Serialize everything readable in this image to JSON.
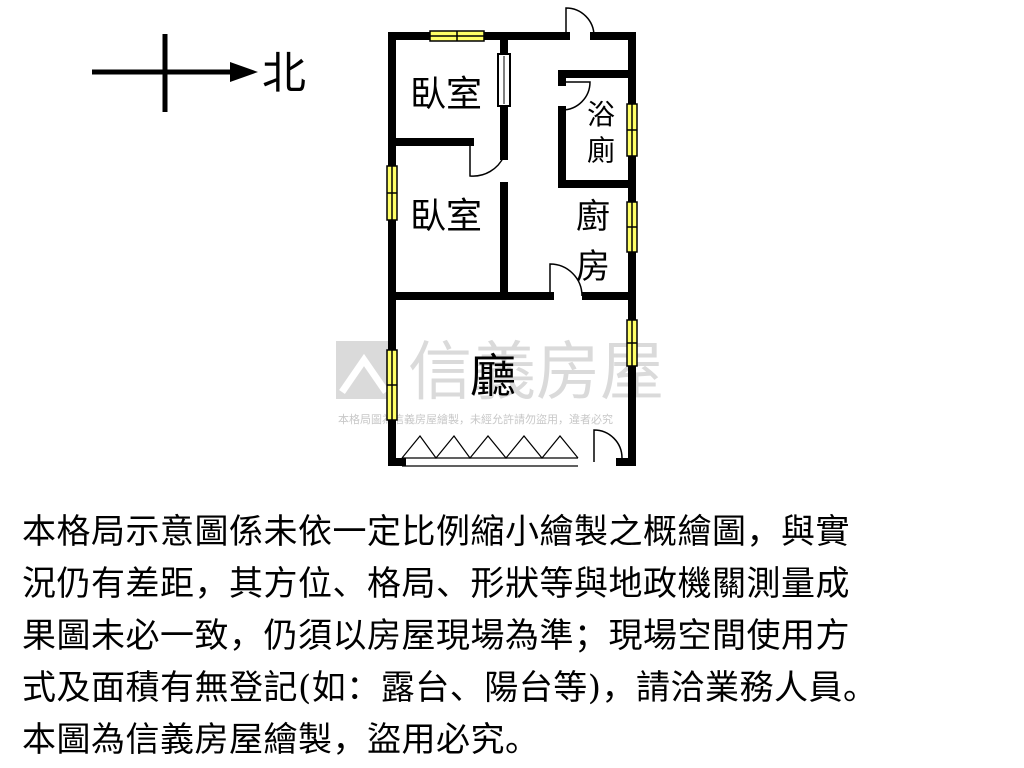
{
  "compass": {
    "label": "北"
  },
  "rooms": {
    "bedroom_1": "臥室",
    "bedroom_2": "臥室",
    "bathroom": [
      "浴",
      "廁"
    ],
    "kitchen": [
      "廚",
      "房"
    ],
    "living_room": "廳"
  },
  "watermark": {
    "brand": "信義房屋",
    "notice": "本格局圖為信義房屋繪製，未經允許請勿盜用，違者必究"
  },
  "disclaimer": {
    "lines": [
      "本格局示意圖係未依一定比例縮小繪製之概繪圖，與實",
      "況仍有差距，其方位、格局、形狀等與地政機關測量成",
      "果圖未必一致，仍須以房屋現場為準；現場空間使用方",
      "式及面積有無登記(如：露台、陽台等)，請洽業務人員。",
      "本圖為信義房屋繪製，盜用必究。"
    ]
  },
  "colors": {
    "wall": "#000000",
    "window_fill": "#ffff66",
    "watermark": "#c8c8c8"
  }
}
